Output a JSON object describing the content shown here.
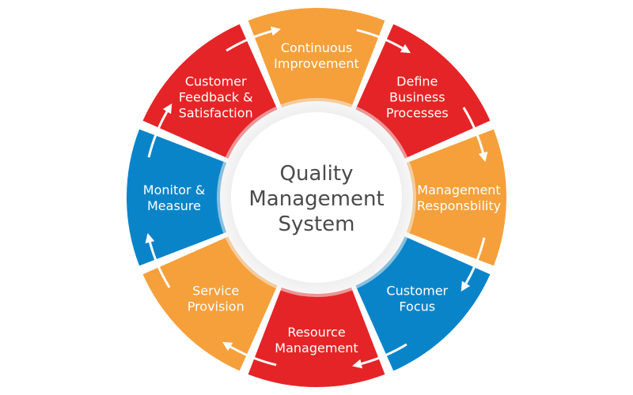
{
  "colors": {
    "red": "#e52427",
    "orange": "#f6a03b",
    "blue": "#0a84c9",
    "arrow": "#ffffff",
    "center_text": "#4a4a4a"
  },
  "center": {
    "lines": [
      "Quality",
      "Management",
      "System"
    ]
  },
  "segments": [
    {
      "id": "continuous-improvement",
      "color": "orange",
      "lines": [
        "Continuous",
        "Improvement"
      ]
    },
    {
      "id": "define-business-processes",
      "color": "red",
      "lines": [
        "Define",
        "Business",
        "Processes"
      ]
    },
    {
      "id": "management-responsibility",
      "color": "orange",
      "lines": [
        "Management",
        "Responsbility"
      ]
    },
    {
      "id": "customer-focus",
      "color": "blue",
      "lines": [
        "Customer",
        "Focus"
      ]
    },
    {
      "id": "resource-management",
      "color": "red",
      "lines": [
        "Resource",
        "Management"
      ]
    },
    {
      "id": "service-provision",
      "color": "orange",
      "lines": [
        "Service",
        "Provision"
      ]
    },
    {
      "id": "monitor-measure",
      "color": "blue",
      "lines": [
        "Monitor &",
        "Measure"
      ]
    },
    {
      "id": "customer-feedback",
      "color": "red",
      "lines": [
        "Customer",
        "Feedback &",
        "Satisfaction"
      ]
    }
  ]
}
